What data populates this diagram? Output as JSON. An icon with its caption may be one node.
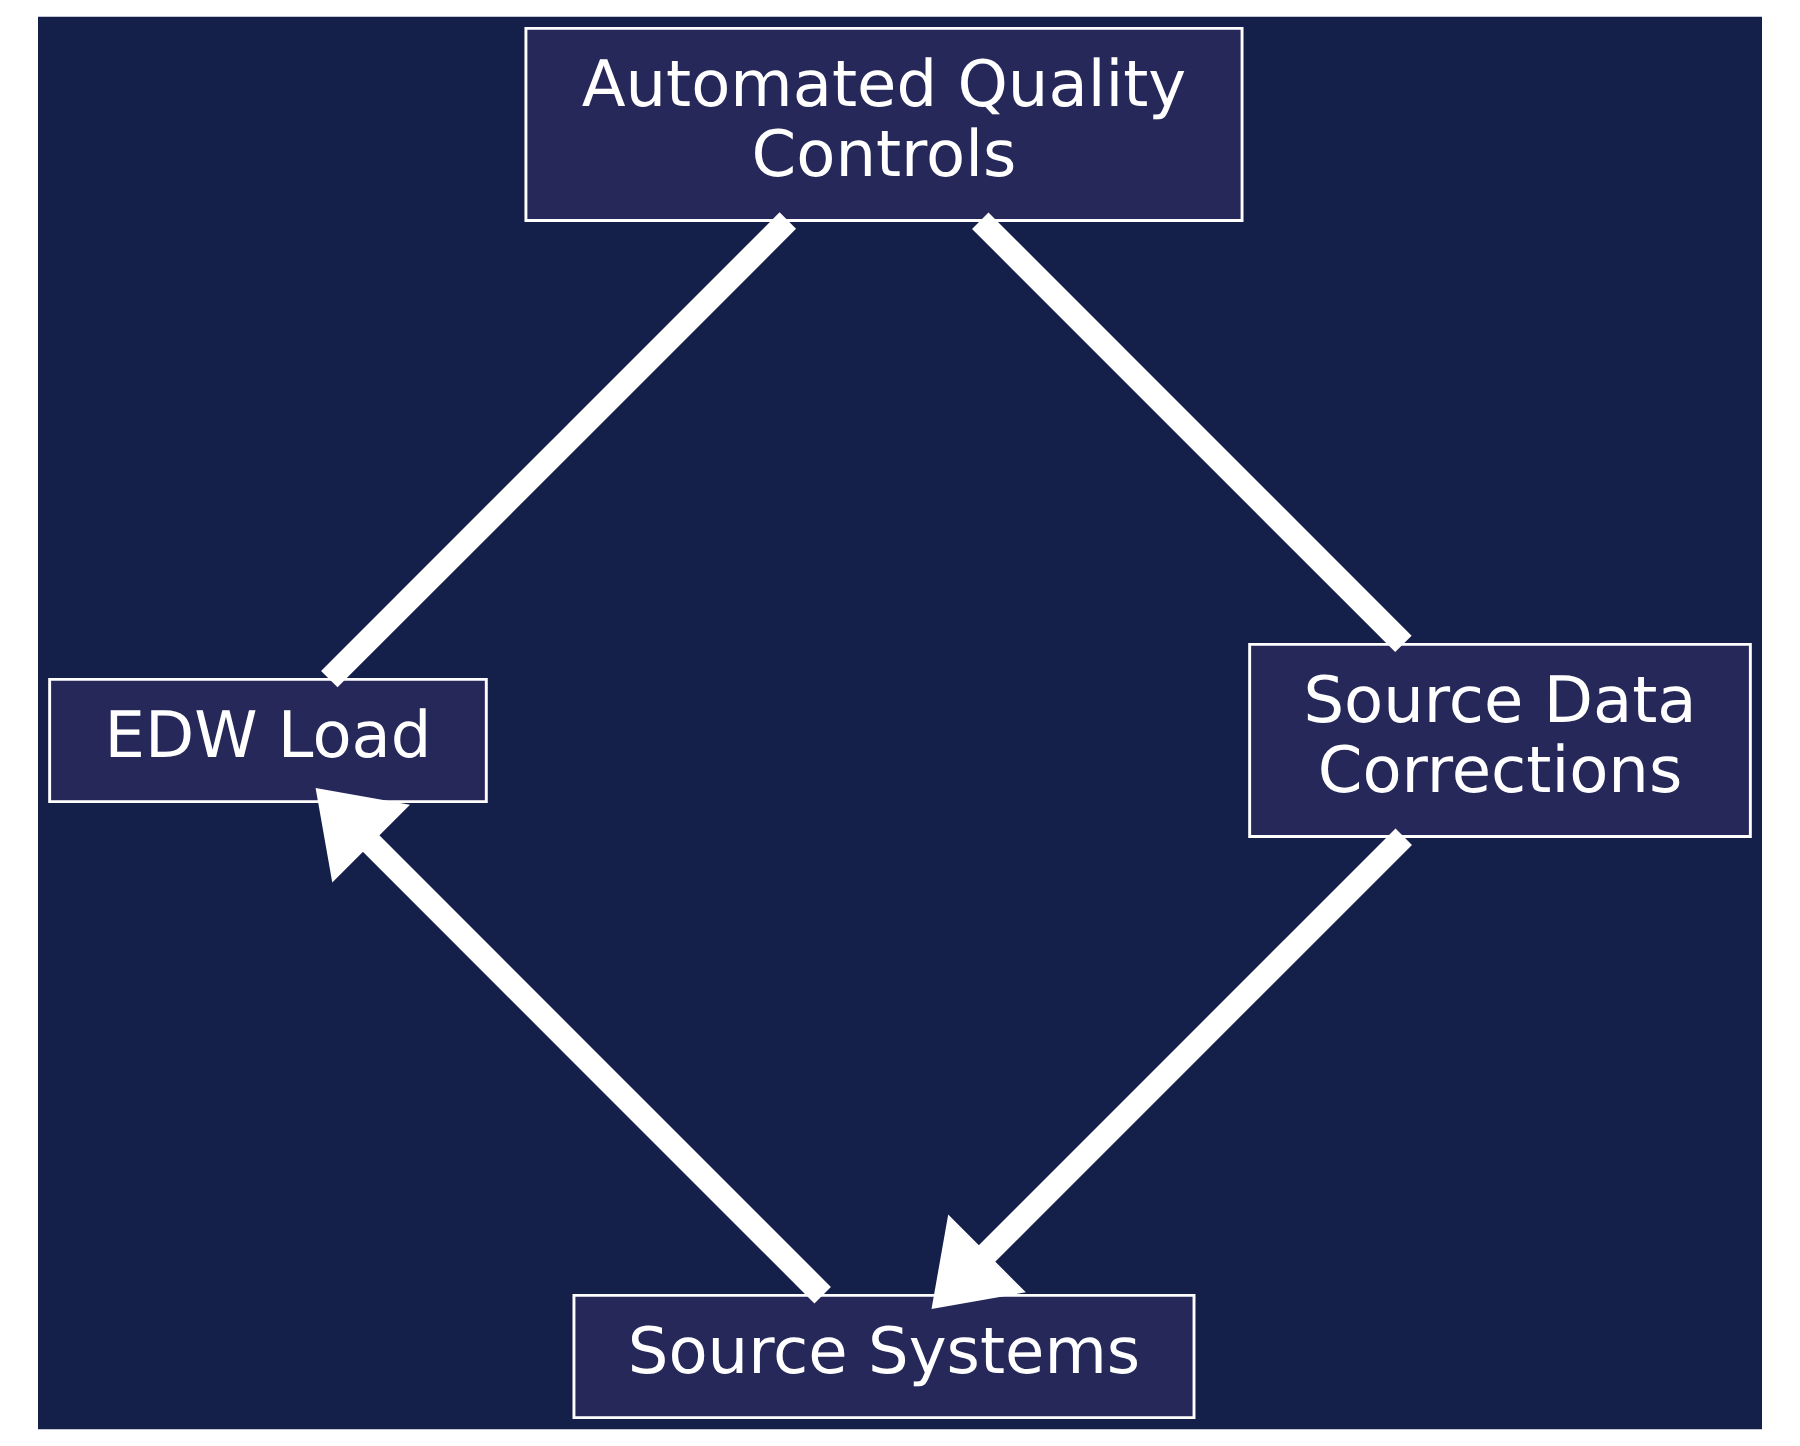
{
  "diagram": {
    "nodes": [
      {
        "text": [
          "Source Systems"
        ]
      },
      {
        "text": [
          "EDW Load"
        ]
      },
      {
        "text": [
          "Automated Quality Controls"
        ]
      },
      {
        "text": [
          "Source Data Corrections"
        ]
      }
    ],
    "edges": [
      {
        "from": 0,
        "to": 1,
        "arrow": "to"
      },
      {
        "from": 1,
        "to": 2,
        "arrow": "none"
      },
      {
        "from": 2,
        "to": 3,
        "arrow": "none"
      },
      {
        "from": 3,
        "to": 0,
        "arrow": "to"
      }
    ]
  }
}
